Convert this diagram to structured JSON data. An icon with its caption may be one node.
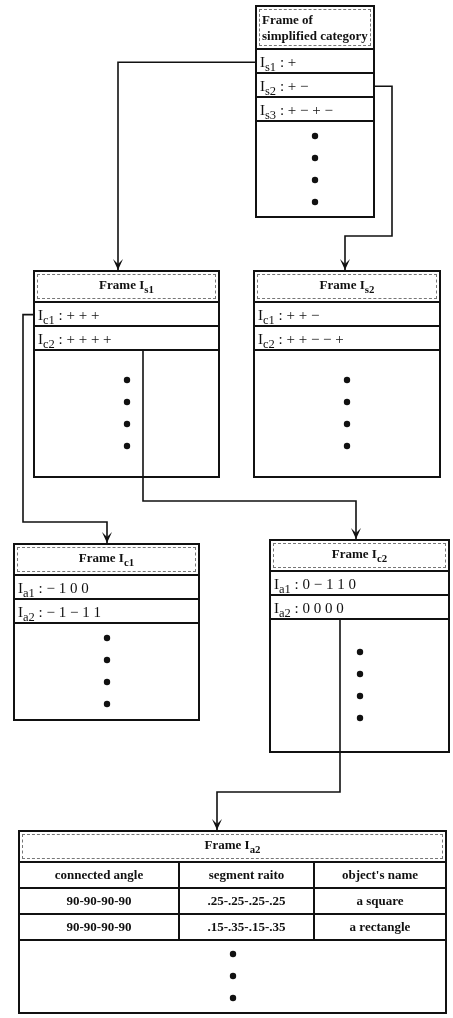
{
  "diagram": {
    "nodes": [
      {
        "text": [
          "Frame of simplified category"
        ]
      },
      {
        "text": [
          "I$_{s1}$ : +"
        ],
        "in": 0
      },
      {
        "text": [
          "I$_{s2}$ : + −"
        ],
        "in": 0
      },
      {
        "text": [
          "I$_{s3}$ : + − + −"
        ],
        "in": 0
      },
      {
        "text": [
          "Frame I$_{s1}$"
        ]
      },
      {
        "text": [
          "I$_{c1}$ : + + +"
        ],
        "in": 4
      },
      {
        "text": [
          "I$_{c2}$ : + + + +"
        ],
        "in": 4
      },
      {
        "text": [
          "Frame I$_{s2}$"
        ]
      },
      {
        "text": [
          "I$_{c1}$ : + + −"
        ],
        "in": 7
      },
      {
        "text": [
          "I$_{c2}$ : + + − − +"
        ],
        "in": 7
      },
      {
        "text": [
          "Frame I$_{c1}$"
        ]
      },
      {
        "text": [
          "I$_{a1}$ : − 1 0 0"
        ],
        "in": 10
      },
      {
        "text": [
          "I$_{a2}$ : − 1 − 1 1"
        ],
        "in": 10
      },
      {
        "text": [
          "Frame I$_{c2}$"
        ]
      },
      {
        "text": [
          "I$_{a1}$ : 0 − 1 1 0"
        ],
        "in": 13
      },
      {
        "text": [
          "I$_{a2}$ : 0 0 0 0"
        ],
        "in": 13
      },
      {
        "text": [
          "Frame I$_{a2}$"
        ]
      }
    ],
    "edges": [
      {
        "from": 1,
        "to": 4,
        "arrow": "to"
      },
      {
        "from": 2,
        "to": 7,
        "arrow": "to"
      },
      {
        "from": 5,
        "to": 10,
        "arrow": "to"
      },
      {
        "from": 6,
        "to": 13,
        "arrow": "to"
      },
      {
        "from": 15,
        "to": 16,
        "arrow": "to"
      }
    ],
    "labels": [
      "connected angle",
      "segment raito",
      "object's name",
      "90-90-90-90",
      ".25-.25-.25-.25",
      "a square",
      "90-90-90-90",
      ".15-.35-.15-.35",
      "a rectangle"
    ]
  }
}
